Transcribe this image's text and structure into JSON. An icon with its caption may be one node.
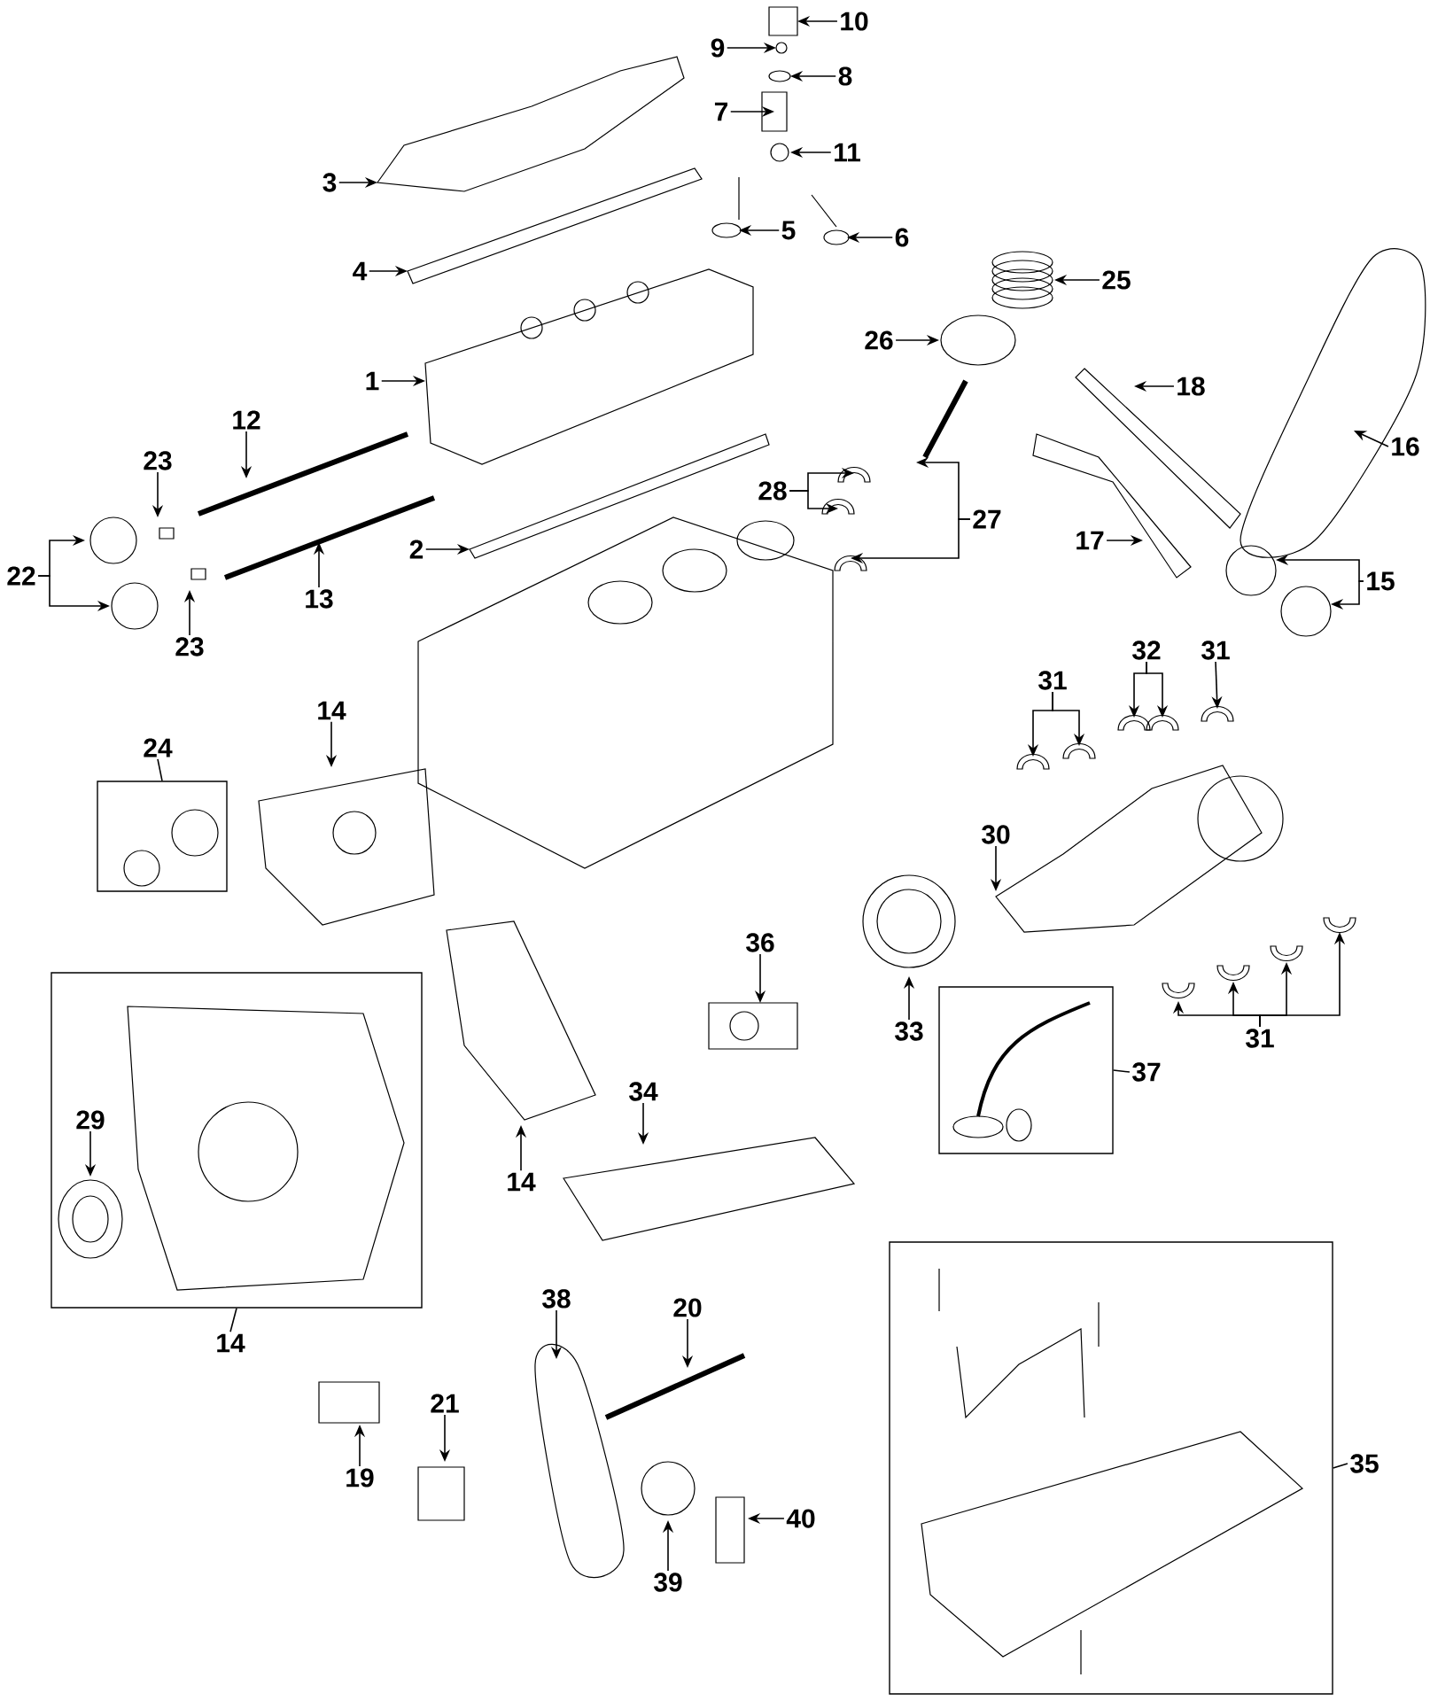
{
  "diagram": {
    "nodes": [
      {
        "text": [
          "10"
        ]
      },
      {
        "text": [
          "9"
        ]
      },
      {
        "text": [
          "8"
        ]
      },
      {
        "text": [
          "7"
        ]
      },
      {
        "text": [
          "11"
        ]
      },
      {
        "text": [
          "3"
        ]
      },
      {
        "text": [
          "5"
        ]
      },
      {
        "text": [
          "6"
        ]
      },
      {
        "text": [
          "4"
        ]
      },
      {
        "text": [
          "25"
        ]
      },
      {
        "text": [
          "26"
        ]
      },
      {
        "text": [
          "1"
        ]
      },
      {
        "text": [
          "18"
        ]
      },
      {
        "text": [
          "12"
        ]
      },
      {
        "text": [
          "16"
        ]
      },
      {
        "text": [
          "23"
        ]
      },
      {
        "text": [
          "2"
        ]
      },
      {
        "text": [
          "22"
        ]
      },
      {
        "text": [
          "28"
        ]
      },
      {
        "text": [
          "27"
        ]
      },
      {
        "text": [
          "17"
        ]
      },
      {
        "text": [
          "13"
        ]
      },
      {
        "text": [
          "15"
        ]
      },
      {
        "text": [
          "23"
        ]
      },
      {
        "text": [
          "32"
        ]
      },
      {
        "text": [
          "31"
        ]
      },
      {
        "text": [
          "31"
        ]
      },
      {
        "text": [
          "24"
        ]
      },
      {
        "text": [],
        "shape": "box"
      },
      {
        "text": [
          "14"
        ]
      },
      {
        "text": [
          "30"
        ]
      },
      {
        "text": [
          "36"
        ]
      },
      {
        "text": [
          "33"
        ]
      },
      {
        "text": [],
        "shape": "box"
      },
      {
        "text": [
          "37"
        ]
      },
      {
        "text": [],
        "shape": "box"
      },
      {
        "text": [
          "29"
        ],
        "in": 35
      },
      {
        "text": [
          "31"
        ]
      },
      {
        "text": [
          "34"
        ]
      },
      {
        "text": [
          "14"
        ]
      },
      {
        "text": [
          "38"
        ]
      },
      {
        "text": [
          "20"
        ]
      },
      {
        "text": [
          "14"
        ]
      },
      {
        "text": [],
        "shape": "box"
      },
      {
        "text": [
          "21"
        ]
      },
      {
        "text": [
          "19"
        ]
      },
      {
        "text": [
          "35"
        ]
      },
      {
        "text": [
          "40"
        ]
      },
      {
        "text": [
          "39"
        ]
      }
    ],
    "edges": [
      {
        "from": 0,
        "to": null,
        "arrow": "to"
      },
      {
        "from": 1,
        "to": null,
        "arrow": "to"
      },
      {
        "from": 2,
        "to": null,
        "arrow": "to"
      },
      {
        "from": 3,
        "to": null,
        "arrow": "to"
      },
      {
        "from": 4,
        "to": null,
        "arrow": "to"
      },
      {
        "from": 5,
        "to": null,
        "arrow": "to"
      },
      {
        "from": 6,
        "to": null,
        "arrow": "to"
      },
      {
        "from": 7,
        "to": null,
        "arrow": "to"
      },
      {
        "from": 8,
        "to": null,
        "arrow": "to"
      },
      {
        "from": 9,
        "to": null,
        "arrow": "to"
      },
      {
        "from": 10,
        "to": null,
        "arrow": "to"
      },
      {
        "from": 11,
        "to": null,
        "arrow": "to"
      },
      {
        "from": 12,
        "to": null,
        "arrow": "to"
      },
      {
        "from": 13,
        "to": null,
        "arrow": "to"
      },
      {
        "from": 14,
        "to": null,
        "arrow": "to"
      },
      {
        "from": 15,
        "to": null,
        "arrow": "to"
      },
      {
        "from": 16,
        "to": null,
        "arrow": "to"
      },
      {
        "from": 17,
        "to": null,
        "arrow": "to"
      },
      {
        "from": 17,
        "to": null,
        "arrow": "to"
      },
      {
        "from": 18,
        "to": null,
        "arrow": "to"
      },
      {
        "from": 18,
        "to": null,
        "arrow": "to"
      },
      {
        "from": 19,
        "to": null,
        "arrow": "to"
      },
      {
        "from": 19,
        "to": null,
        "arrow": "to"
      },
      {
        "from": 20,
        "to": null,
        "arrow": "to"
      },
      {
        "from": 21,
        "to": null,
        "arrow": "to"
      },
      {
        "from": 22,
        "to": null,
        "arrow": "to"
      },
      {
        "from": 22,
        "to": null,
        "arrow": "to"
      },
      {
        "from": 23,
        "to": null,
        "arrow": "to"
      },
      {
        "from": 24,
        "to": null,
        "arrow": "to"
      },
      {
        "from": 24,
        "to": null,
        "arrow": "to"
      },
      {
        "from": 25,
        "to": null,
        "arrow": "to"
      },
      {
        "from": 26,
        "to": null,
        "arrow": "to"
      },
      {
        "from": 26,
        "to": null,
        "arrow": "to"
      },
      {
        "from": 27,
        "to": 28,
        "arrow": "none"
      },
      {
        "from": 29,
        "to": null,
        "arrow": "to"
      },
      {
        "from": 30,
        "to": null,
        "arrow": "to"
      },
      {
        "from": 31,
        "to": null,
        "arrow": "to"
      },
      {
        "from": 32,
        "to": null,
        "arrow": "to"
      },
      {
        "from": 34,
        "to": 33,
        "arrow": "none"
      },
      {
        "from": 36,
        "to": null,
        "arrow": "to"
      },
      {
        "from": 37,
        "to": null,
        "arrow": "to"
      },
      {
        "from": 37,
        "to": null,
        "arrow": "to"
      },
      {
        "from": 37,
        "to": null,
        "arrow": "to"
      },
      {
        "from": 37,
        "to": null,
        "arrow": "to"
      },
      {
        "from": 38,
        "to": null,
        "arrow": "to"
      },
      {
        "from": 39,
        "to": null,
        "arrow": "to"
      },
      {
        "from": 40,
        "to": null,
        "arrow": "to"
      },
      {
        "from": 41,
        "to": null,
        "arrow": "to"
      },
      {
        "from": 42,
        "to": 35,
        "arrow": "none"
      },
      {
        "from": 44,
        "to": null,
        "arrow": "to"
      },
      {
        "from": 45,
        "to": null,
        "arrow": "to"
      },
      {
        "from": 46,
        "to": 43,
        "arrow": "none"
      },
      {
        "from": 47,
        "to": null,
        "arrow": "to"
      },
      {
        "from": 48,
        "to": null,
        "arrow": "to"
      }
    ]
  }
}
